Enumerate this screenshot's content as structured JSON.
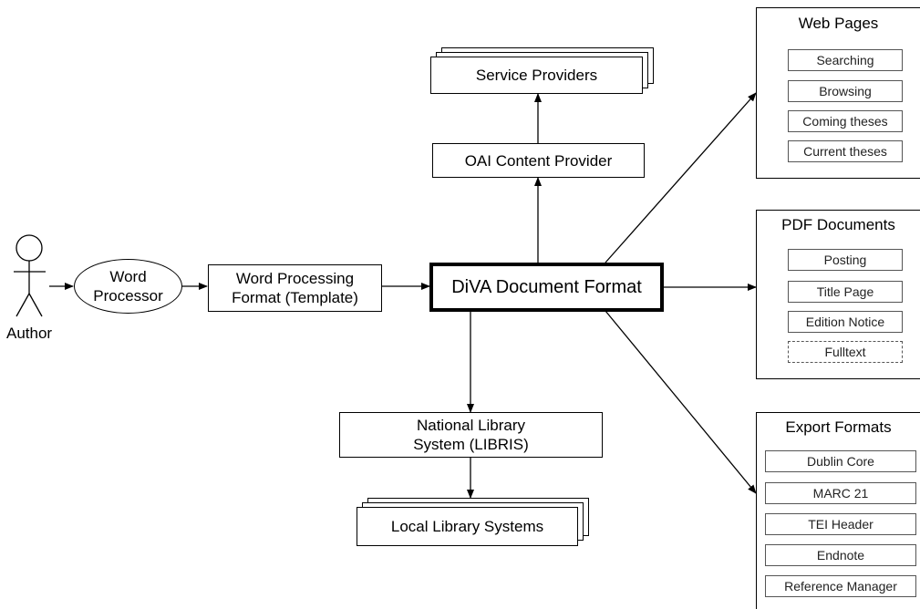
{
  "author": {
    "label": "Author"
  },
  "word_processor": {
    "label_line1": "Word",
    "label_line2": "Processor"
  },
  "template": {
    "label_line1": "Word Processing",
    "label_line2": "Format (Template)"
  },
  "diva": {
    "label": "DiVA Document Format"
  },
  "oai": {
    "label": "OAI Content Provider"
  },
  "service_providers": {
    "label": "Service Providers"
  },
  "national_library": {
    "label_line1": "National Library",
    "label_line2": "System (LIBRIS)"
  },
  "local_library": {
    "label": "Local Library Systems"
  },
  "web_pages": {
    "title": "Web Pages",
    "items": [
      "Searching",
      "Browsing",
      "Coming theses",
      "Current theses"
    ]
  },
  "pdf_documents": {
    "title": "PDF Documents",
    "items": [
      "Posting",
      "Title Page",
      "Edition Notice",
      "Fulltext"
    ]
  },
  "export_formats": {
    "title": "Export Formats",
    "items": [
      "Dublin Core",
      "MARC 21",
      "TEI Header",
      "Endnote",
      "Reference Manager"
    ]
  }
}
